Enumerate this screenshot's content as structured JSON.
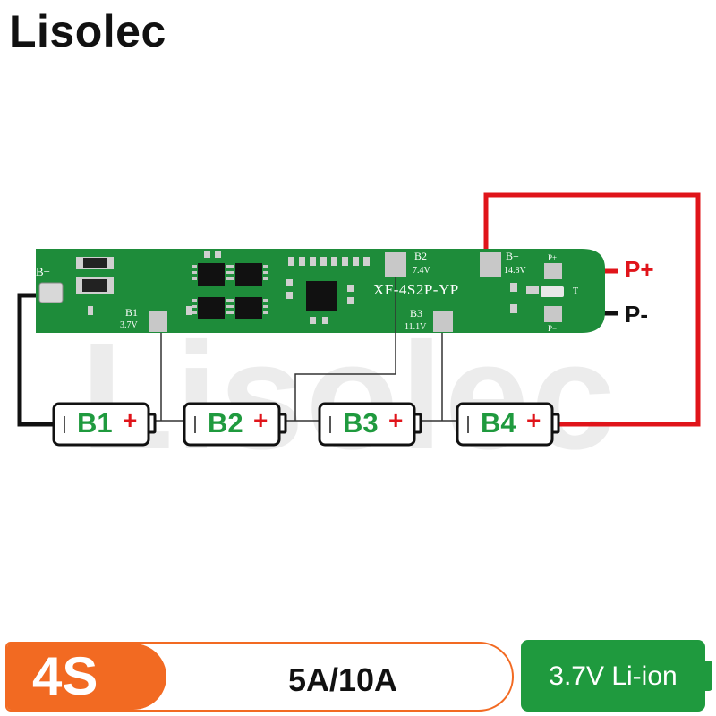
{
  "brand": "Lisolec",
  "watermark": "Lisolec",
  "board": {
    "model": "XF-4S2P-YP",
    "labels": {
      "b_minus": "B−",
      "b1": "B1",
      "b1_voltage": "3.7V",
      "b2": "B2",
      "b2_voltage": "7.4V",
      "b3": "B3",
      "b3_voltage": "11.1V",
      "b_plus": "B+",
      "b_plus_voltage": "14.8V",
      "p_plus": "P+",
      "p_minus": "P−",
      "t": "T"
    },
    "colors": {
      "pcb": "#1e8c3a",
      "pad": "#c8c8c8",
      "chip": "#111111"
    }
  },
  "batteries": [
    {
      "label": "B1",
      "polarity": "+"
    },
    {
      "label": "B2",
      "polarity": "+"
    },
    {
      "label": "B3",
      "polarity": "+"
    },
    {
      "label": "B4",
      "polarity": "+"
    }
  ],
  "terminals": {
    "positive": {
      "label": "P+",
      "color": "#e0141a"
    },
    "negative": {
      "label": "P-",
      "color": "#111111"
    }
  },
  "wires": {
    "positive_color": "#e0141a",
    "negative_color": "#111111",
    "balance_color": "#333333"
  },
  "footer": {
    "cells": "4S",
    "current": "5A/10A",
    "chemistry": "3.7V Li-ion",
    "accent_color": "#f26a22",
    "chem_color": "#1f9a3e"
  }
}
